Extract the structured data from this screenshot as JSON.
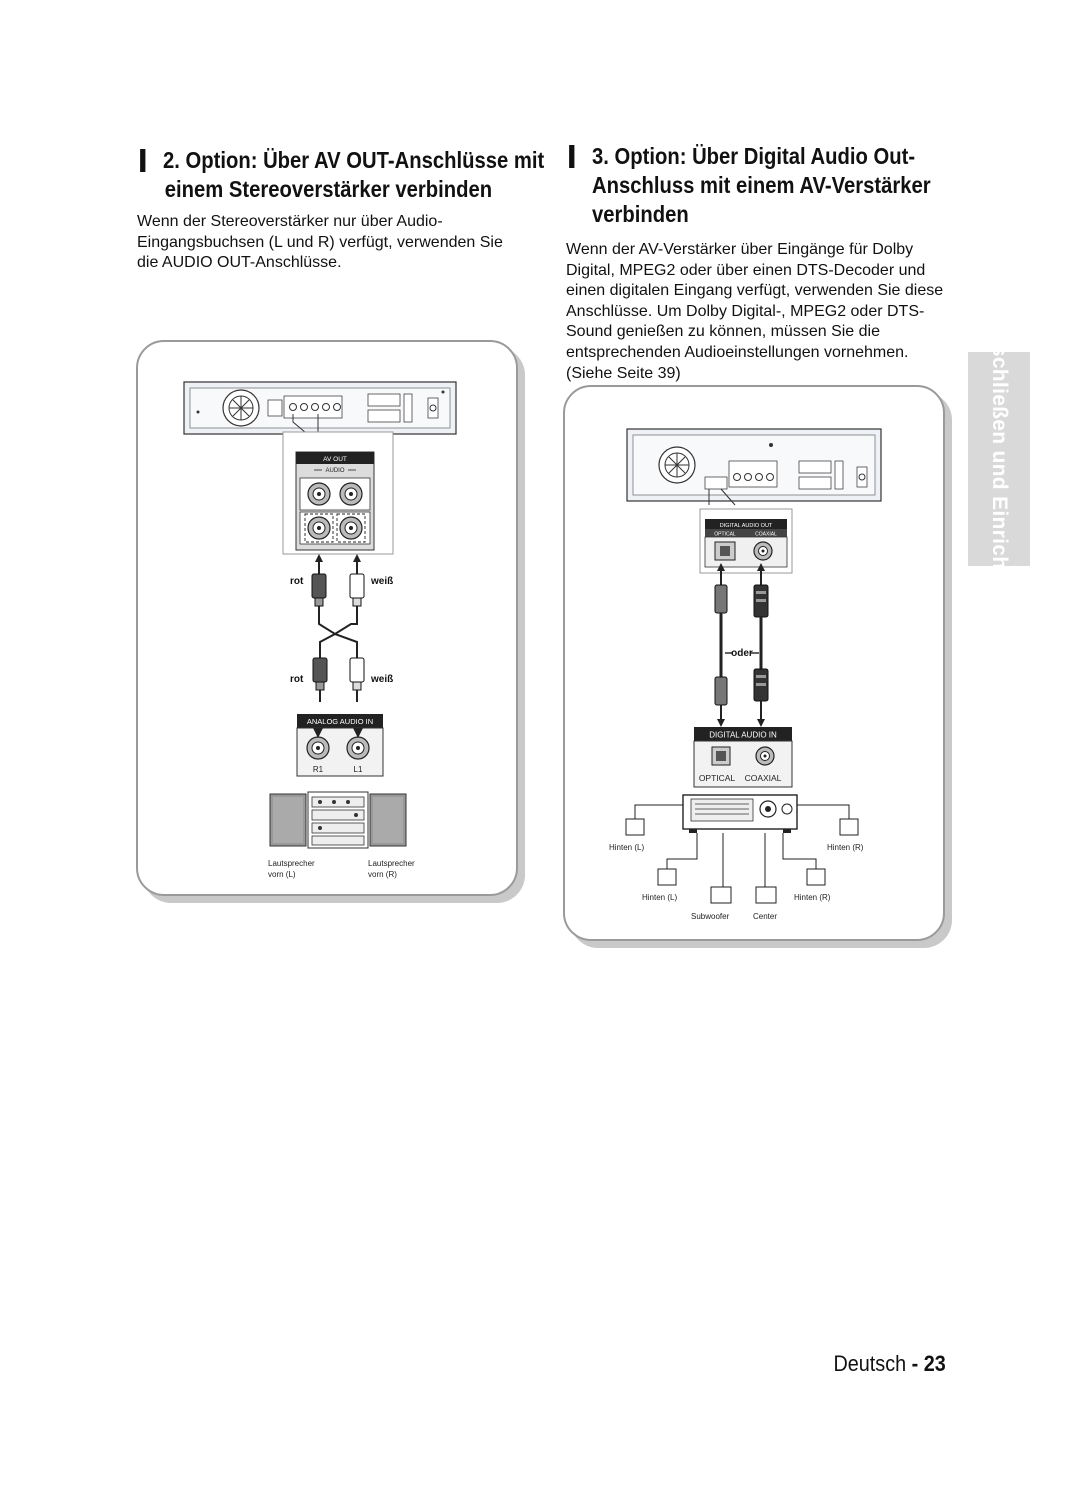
{
  "left": {
    "heading": [
      "2. Option: Über AV OUT-Anschlüsse mit",
      "einem Stereoverstärker verbinden"
    ],
    "body": [
      "Wenn der Stereoverstärker nur über Audio-",
      "Eingangsbuchsen (L und R) verfügt, verwenden Sie",
      "die AUDIO OUT-Anschlüsse."
    ],
    "diagram": {
      "av_out": "AV OUT",
      "audio": "AUDIO",
      "red": "rot",
      "white": "weiß",
      "amp_label": "ANALOG   AUDIO IN",
      "r1": "R1",
      "l1": "L1",
      "speaker_left": [
        "Lautsprecher",
        "vorn (L)"
      ],
      "speaker_right": [
        "Lautsprecher",
        "vorn (R)"
      ]
    }
  },
  "right": {
    "heading": [
      "3. Option: Über Digital Audio Out-",
      "Anschluss mit einem AV-Verstärker",
      "verbinden"
    ],
    "body": [
      "Wenn der AV-Verstärker über Eingänge für Dolby",
      "Digital, MPEG2 oder über einen DTS-Decoder und",
      "einen digitalen Eingang verfügt, verwenden Sie diese",
      "Anschlüsse. Um Dolby Digital-, MPEG2 oder DTS-",
      "Sound genießen zu können, müssen Sie die",
      "entsprechenden Audioeinstellungen vornehmen.",
      "(Siehe Seite 39)"
    ],
    "diagram": {
      "digital_out": "DIGITAL AUDIO OUT",
      "optical_small": "OPTICAL",
      "coaxial_small": "COAXIAL",
      "or": "oder",
      "digital_in": "DIGITAL AUDIO IN",
      "optical": "OPTICAL",
      "coaxial": "COAXIAL",
      "rear_left": "Hinten (L)",
      "rear_right": "Hinten (R)",
      "rear_left2": "Hinten (L)",
      "rear_right2": "Hinten (R)",
      "subwoofer": "Subwoofer",
      "center": "Center"
    }
  },
  "side_tab": "Anschließen und Einrichten",
  "footer": {
    "language": "Deutsch",
    "separator": "-",
    "page": "23"
  }
}
